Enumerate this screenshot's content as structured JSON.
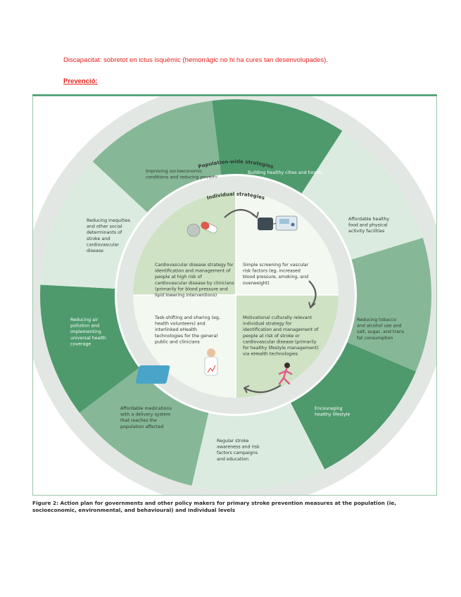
{
  "header": {
    "line1": "Discapacitat: sobretot en ictus isquèmic (hemorràgic no hi ha cures tan desenvolupades).",
    "line2": "Prevenció:"
  },
  "figure": {
    "outer_ring_title": "Population-wide strategies",
    "inner_ring_title": "Individual strategies",
    "population_strategies": [
      [
        "Building healthy cities and homes"
      ],
      [
        "Affordable healthy",
        "food and physical",
        "activity facilities"
      ],
      [
        "Reducing tobacco",
        "and alcohol use and",
        "salt, sugar, and trans",
        "fat consumption"
      ],
      [
        "Encouraging",
        "healthy lifestyle"
      ],
      [
        "Regular stroke",
        "awareness and risk",
        "factors campaigns",
        "and education"
      ],
      [
        "Affordable medications",
        "with a delivery system",
        "that reaches the",
        "population affected"
      ],
      [
        "Reducing air",
        "pollution and",
        "implementing",
        "universal health",
        "coverage"
      ],
      [
        "Reducing inequities",
        "and other social",
        "determinants of",
        "stroke and",
        "cardiovascular",
        "disease"
      ],
      [
        "Improving socioeconomic",
        "conditions and reducing poverty"
      ]
    ],
    "individual_strategies": {
      "top_left": [
        "Cardiovascular disease strategy for",
        "identification and management of",
        "people at high risk of",
        "cardiovascular disease by clinicians",
        "(primarily for blood pressure and",
        "lipid lowering interventions)"
      ],
      "top_right": [
        "Simple screening for vascular",
        "risk factors (eg, increased",
        "blood pressure, smoking, and",
        "overweight)"
      ],
      "bottom_left": [
        "Task-shifting and sharing (eg,",
        "health volunteers) and",
        "interlinked eHealth",
        "technologies for the general",
        "public and clinicians"
      ],
      "bottom_right": [
        "Motivational culturally relevant",
        "individual strategy for",
        "identification and management of",
        "people at risk of stroke or",
        "cardiovascular disease (primarily",
        "for healthy lifestyle management)",
        "via eHealth technologies"
      ]
    },
    "icons": [
      "pills-icon",
      "blood-pressure-monitor-icon",
      "doctor-tablet-icon",
      "runner-icon"
    ],
    "colors": {
      "dark_green": "#4e9a6c",
      "mid_green": "#86b897",
      "light_green": "#dcebe0",
      "inner_green": "#cfe2c4",
      "inner_white": "#f3f8f0",
      "gray_ring": "#e3e7e4",
      "header_red": "#e8211b"
    }
  },
  "caption": {
    "label": "Figure 2:",
    "text": " Action plan for governments and other policy makers for primary stroke prevention measures at the population (ie, socioeconomic, environmental, and behavioural) and individual levels"
  }
}
